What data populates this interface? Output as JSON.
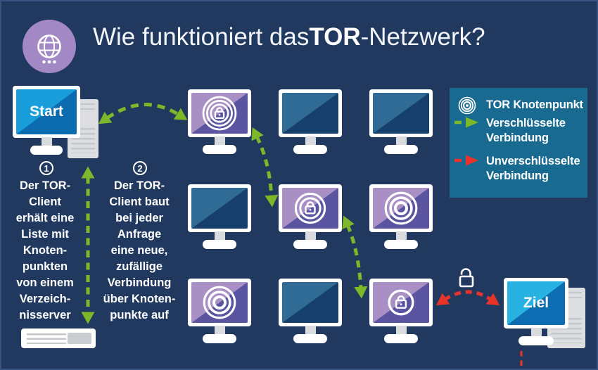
{
  "title": {
    "prefix": "Wie funktioniert das ",
    "bold": "TOR",
    "suffix": "-Netzwerk?"
  },
  "client": {
    "label": "Start"
  },
  "destination": {
    "label": "Ziel"
  },
  "steps": [
    {
      "number": "1",
      "text": "Der TOR-\nClient\nerhält eine\nListe mit\nKnoten-\npunkten\nvon einem\nVerzeich-\nnisserver"
    },
    {
      "number": "2",
      "text": "Der TOR-\nClient baut\nbei jeder\nAnfrage\neine neue,\nzufällige\nVerbindung\nüber Knoten-\npunkte auf"
    }
  ],
  "legend": {
    "node": "TOR Knotenpunkt",
    "encrypted": "Verschlüsselte\nVerbindung",
    "unencrypted": "Unverschlüsselte\nVerbindung"
  },
  "grid": {
    "rows": [
      [
        "tor-node-lock-3rings",
        "relay-idle",
        "relay-idle"
      ],
      [
        "relay-idle",
        "tor-node-lock-2rings",
        "tor-node-rings"
      ],
      [
        "tor-node-rings",
        "relay-idle",
        "tor-node-lock-1ring"
      ]
    ]
  },
  "colors": {
    "background": "#21395e",
    "accent_green": "#7cb829",
    "accent_red": "#e8332b",
    "legend_bg": "#186a91",
    "node_purple_light": "#a890c5",
    "node_purple_dark": "#5b55a1",
    "screen_blue_light": "#2f6b94",
    "screen_blue_dark": "#16406b",
    "client_screen_light": "#1a9edb",
    "client_screen_dark": "#0b6cb0",
    "avatar_purple": "#a289c6"
  }
}
